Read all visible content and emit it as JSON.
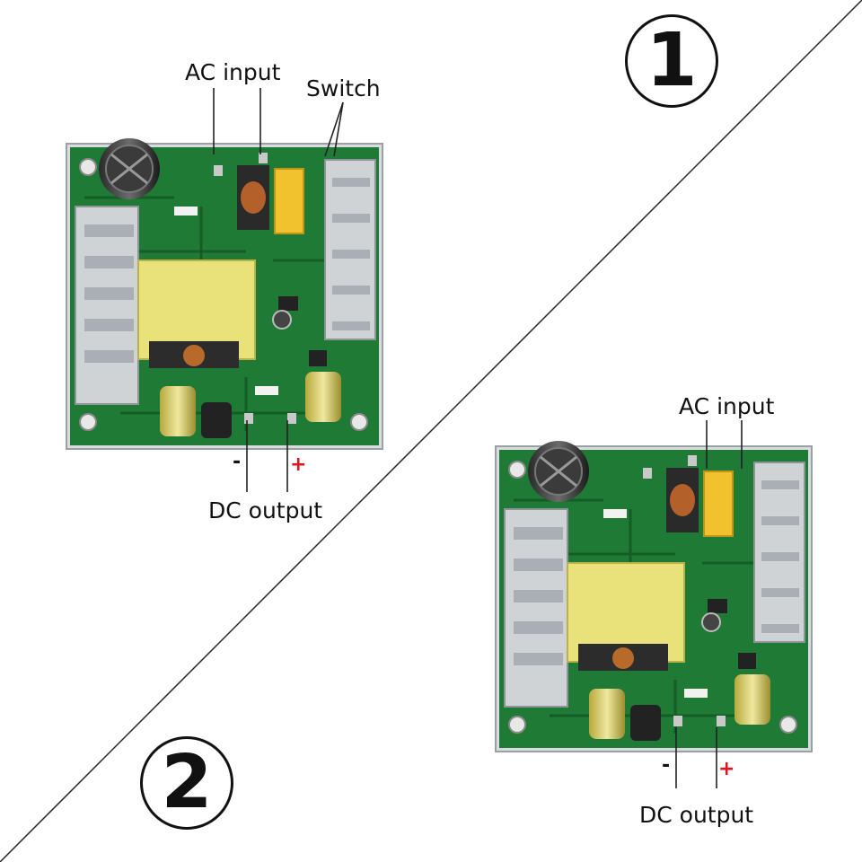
{
  "variants": [
    {
      "number": "①",
      "labels": {
        "ac_input": "AC input",
        "switch": "Switch",
        "dc_output": "DC output"
      },
      "polarity": {
        "negative": "-",
        "positive": "+"
      }
    },
    {
      "number": "②",
      "labels": {
        "ac_input": "AC input",
        "dc_output": "DC output"
      },
      "polarity": {
        "negative": "-",
        "positive": "+"
      }
    }
  ],
  "colors": {
    "pcb": "#1f7a35",
    "pcb_dark": "#155c26",
    "transformer": "#e9e27a",
    "heatsink": "#cfd3d6",
    "positive_mark": "#e0141a",
    "ink": "#111111"
  }
}
